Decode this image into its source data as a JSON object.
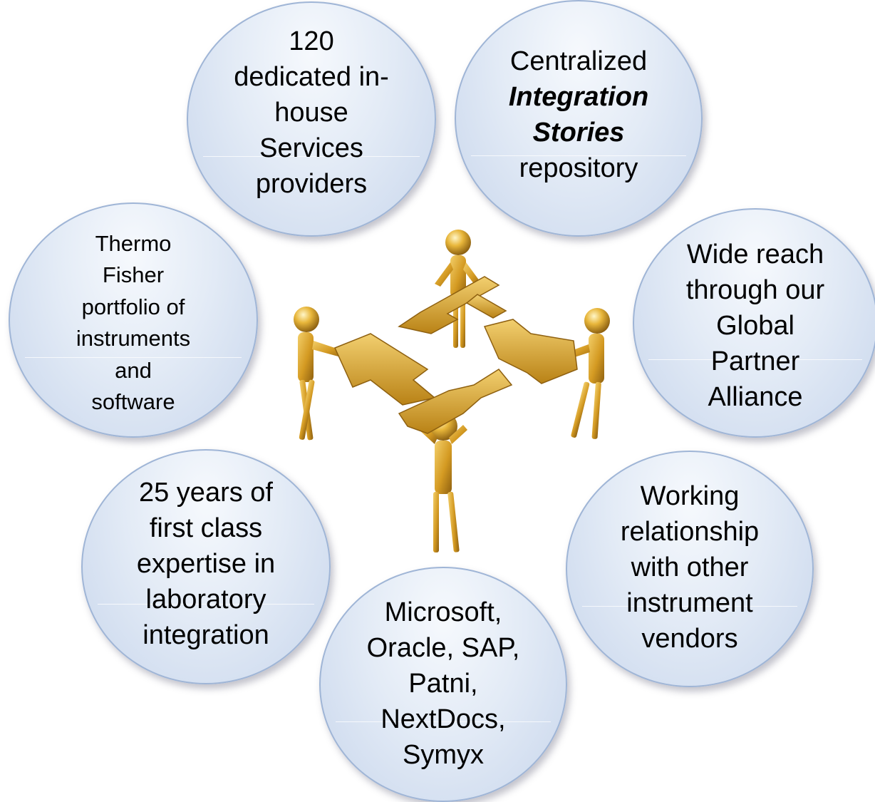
{
  "bubbles": {
    "providers": {
      "lines": [
        "120",
        "dedicated in-",
        "house",
        "Services",
        "providers"
      ]
    },
    "repository": {
      "line1": "Centralized",
      "line2": "Integration",
      "line3": "Stories",
      "line4": "repository"
    },
    "portfolio": {
      "lines": [
        "Thermo",
        "Fisher",
        "portfolio of",
        "instruments",
        "and",
        "software"
      ]
    },
    "partner": {
      "lines": [
        "Wide reach",
        "through our",
        "Global",
        "Partner",
        "Alliance"
      ]
    },
    "expertise": {
      "lines": [
        "25 years of",
        "first class",
        "expertise in",
        "laboratory",
        "integration"
      ]
    },
    "vendors": {
      "lines": [
        "Working",
        "relationship",
        "with other",
        "instrument",
        "vendors"
      ]
    },
    "partners_list": {
      "lines": [
        "Microsoft,",
        "Oracle, SAP,",
        "Patni,",
        "NextDocs,",
        "Symyx"
      ]
    }
  },
  "colors": {
    "bubble_fill": "#dde7f4",
    "bubble_border": "#9fb5d6",
    "figure_gold": "#d9a528"
  }
}
